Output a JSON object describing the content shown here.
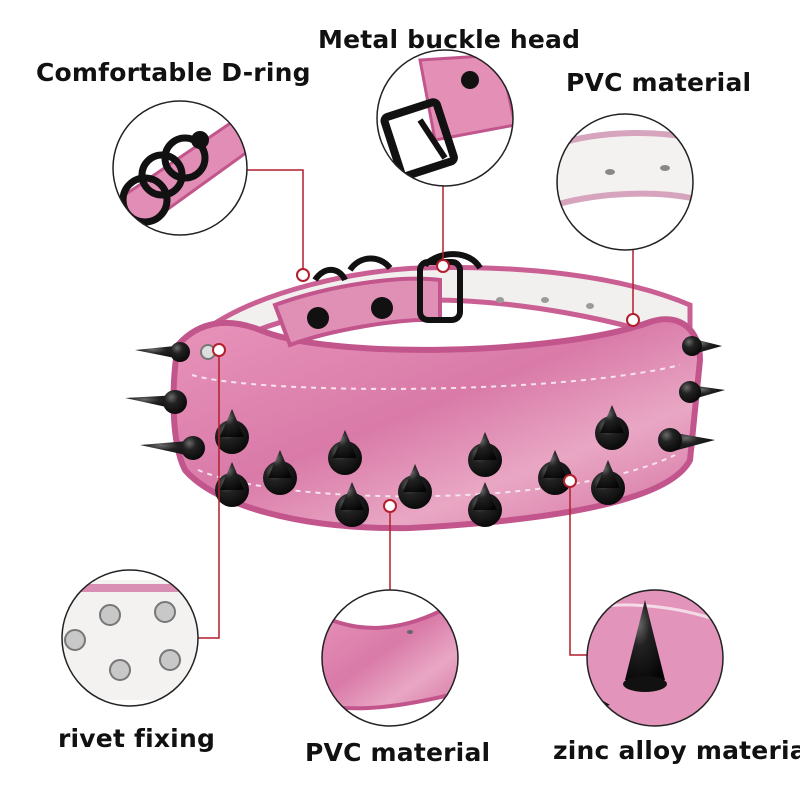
{
  "labels": {
    "d_ring": "Comfortable D-ring",
    "buckle": "Metal buckle head",
    "pvc_top": "PVC material",
    "rivet": "rivet fixing",
    "pvc_bottom": "PVC material",
    "zinc": "zinc alloy material"
  },
  "colors": {
    "collar_pink": "#e38fb6",
    "collar_edge": "#c95f93",
    "lining_white": "#f3f0f0",
    "spike_black": "#141414",
    "callout_line": "#b21f2d",
    "circle_border": "#222222"
  }
}
